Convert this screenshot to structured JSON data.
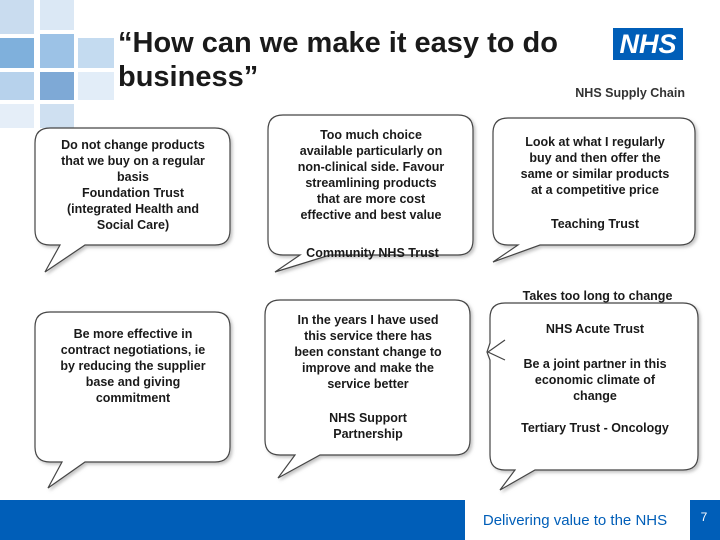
{
  "slide": {
    "title": "“How can we make it easy to do business”",
    "logo_text": "NHS",
    "logo_subtitle": "NHS Supply Chain",
    "footer_text": "Delivering value to the NHS",
    "page_number": "7",
    "accent_color": "#005eb8"
  },
  "bubbles": [
    {
      "lines": [
        "Do not change products",
        "that we buy on a regular",
        "basis",
        "Foundation Trust",
        "(integrated Health and",
        "Social Care)"
      ]
    },
    {
      "lines": [
        "Too much choice",
        "available particularly on",
        "non-clinical side. Favour",
        "streamlining products",
        "that are more cost",
        "effective and best value"
      ]
    },
    {
      "lines": [
        "Look at what I regularly",
        "buy and then offer the",
        "same or similar products",
        "at a competitive price",
        "",
        "Teaching Trust"
      ]
    },
    {
      "lines": [
        "Be more effective in",
        "contract negotiations, ie",
        "by reducing the supplier",
        "base and giving",
        "commitment"
      ]
    },
    {
      "lines": [
        "In the years I have used",
        "this service there has",
        "been constant change to",
        "improve and make the",
        "service better",
        "",
        "NHS Support",
        "Partnership"
      ]
    },
    {
      "lines": [
        "NHS Acute Trust",
        "",
        "",
        "Be a joint partner in this",
        "economic climate of",
        "change",
        "",
        "Tertiary Trust - Oncology"
      ]
    }
  ],
  "labels": {
    "community": "Community NHS Trust",
    "takes_too_long": "Takes too long to change"
  }
}
